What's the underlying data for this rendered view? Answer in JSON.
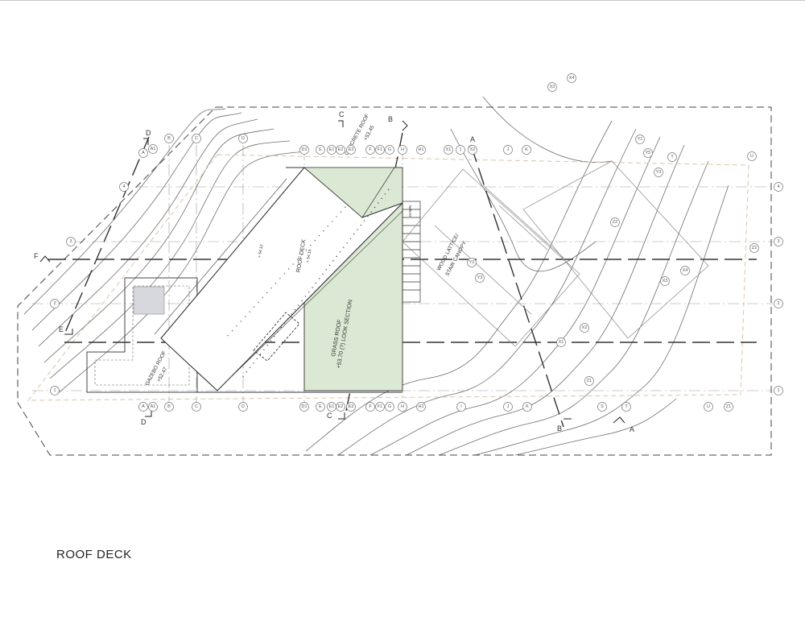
{
  "drawing_title": "ROOF DECK",
  "colors": {
    "grass_fill": "#dbe9d4",
    "gazebo_fill": "#d7d7de",
    "linework": "#555555",
    "contour": "#6e6e6e",
    "property_line": "#d9c7a6"
  },
  "labels": {
    "concrete_roof": "CONCRETE ROOF",
    "concrete_roof_elev": "+53.45",
    "roof_deck": "ROOF DECK",
    "roof_deck_elev_a": "+ 54.12",
    "roof_deck_elev_b": "+ 54.15",
    "grass_roof": "GRASS ROOF",
    "grass_roof_elev": "+53.70 (?) LOOK SECTION",
    "gazebo_roof": "GAZEBO ROOF",
    "gazebo_roof_elev": "+52.47",
    "wood_lattice": "WOOD LATTICE/",
    "stair_canopy": "STAIR CANOPY",
    "down": "DOWN"
  },
  "section_markers": {
    "a": "A",
    "b": "B",
    "c": "C",
    "d": "D",
    "e": "E",
    "f": "F"
  },
  "grid_top": [
    "A",
    "A1",
    "B",
    "C",
    "D",
    "D1",
    "E",
    "E1",
    "E2",
    "E3",
    "F",
    "F1",
    "G",
    "H",
    "H1",
    "X1",
    "1",
    "X2",
    "J",
    "K"
  ],
  "grid_bottom": [
    "A",
    "A1",
    "B",
    "C",
    "D",
    "D1",
    "E",
    "E1",
    "E2",
    "E3",
    "F",
    "F1",
    "G",
    "H",
    "H1",
    "I",
    "J",
    "K",
    "S",
    "T",
    "U",
    "Z1"
  ],
  "grid_left": [
    "4",
    "3",
    "2",
    "1"
  ],
  "grid_right": [
    "U",
    "4",
    "Z2",
    "3",
    "2",
    "1"
  ],
  "grid_misc": [
    "X3",
    "X4",
    "Y1",
    "Y3",
    "Y5",
    "T",
    "Z2",
    "X4",
    "X3",
    "Y2",
    "Y3",
    "X1",
    "X2",
    "Z1"
  ]
}
